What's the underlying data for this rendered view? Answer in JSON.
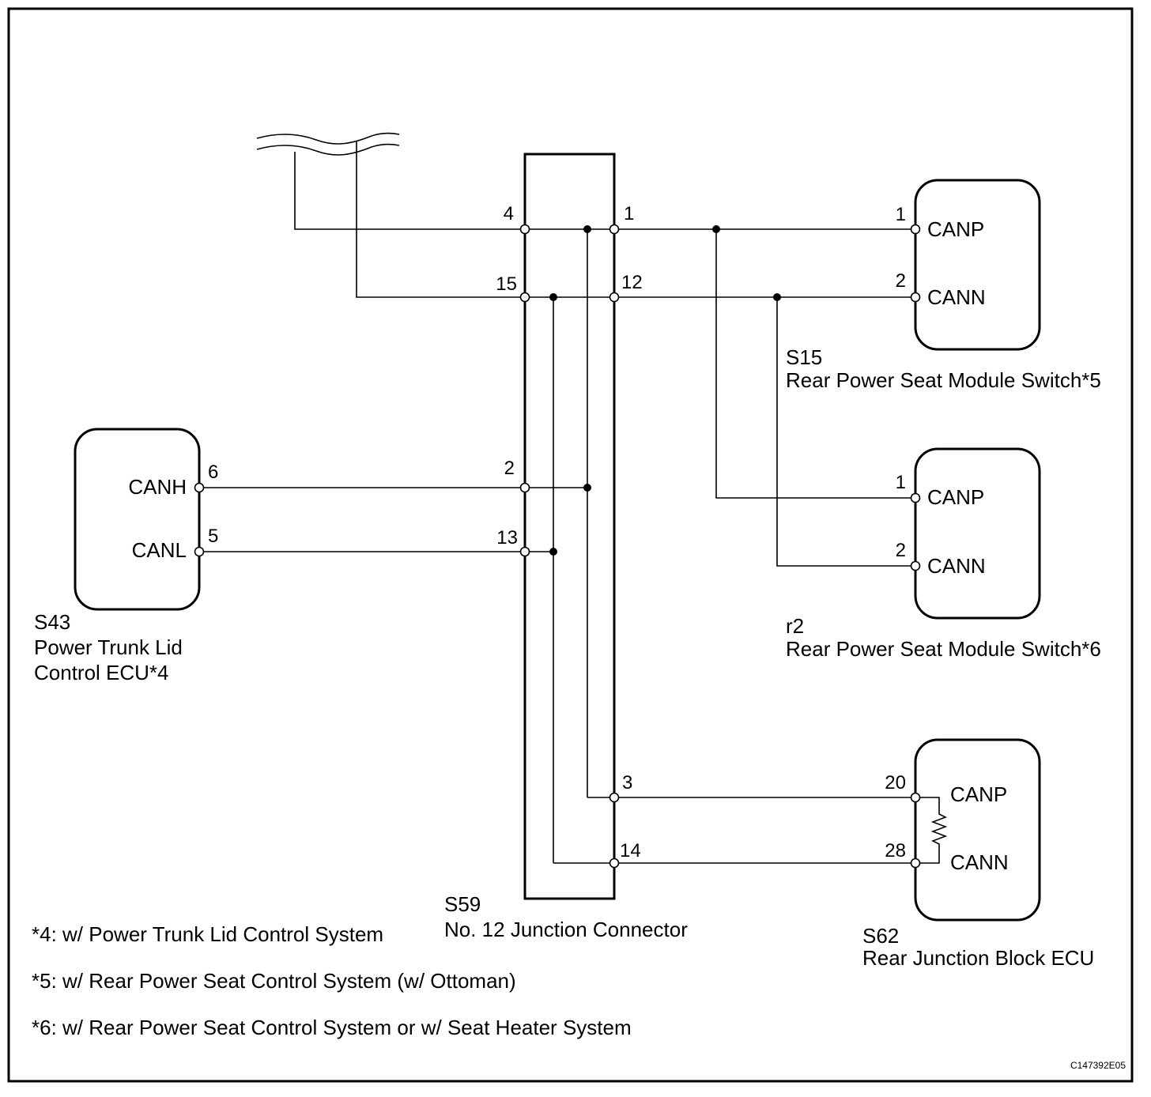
{
  "diagram_code": "C147392E05",
  "connectors": {
    "s43": {
      "code": "S43",
      "name_line1": "Power Trunk Lid",
      "name_line2": "Control ECU*4",
      "pins": [
        {
          "num": "6",
          "signal": "CANH"
        },
        {
          "num": "5",
          "signal": "CANL"
        }
      ]
    },
    "s59": {
      "code": "S59",
      "name": "No. 12 Junction Connector",
      "pins": [
        "4",
        "1",
        "15",
        "12",
        "2",
        "13",
        "3",
        "14"
      ]
    },
    "s15": {
      "code": "S15",
      "name": "Rear Power Seat Module Switch*5",
      "pins": [
        {
          "num": "1",
          "signal": "CANP"
        },
        {
          "num": "2",
          "signal": "CANN"
        }
      ]
    },
    "r2": {
      "code": "r2",
      "name": "Rear Power Seat Module Switch*6",
      "pins": [
        {
          "num": "1",
          "signal": "CANP"
        },
        {
          "num": "2",
          "signal": "CANN"
        }
      ]
    },
    "s62": {
      "code": "S62",
      "name": "Rear Junction Block ECU",
      "pins": [
        {
          "num": "20",
          "signal": "CANP"
        },
        {
          "num": "28",
          "signal": "CANN"
        }
      ]
    }
  },
  "notes": [
    "*4: w/  Power Trunk Lid Control System",
    "*5: w/ Rear Power Seat Control System (w/ Ottoman)",
    "*6: w/ Rear Power Seat Control System or w/ Seat Heater System"
  ]
}
